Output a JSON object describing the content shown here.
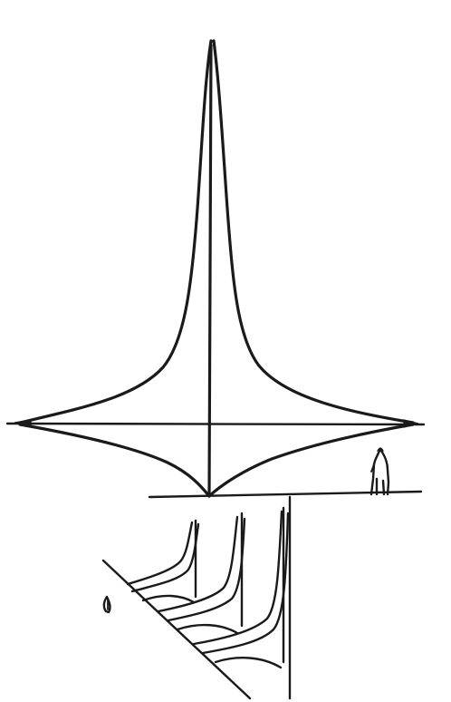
{
  "drawing": {
    "style": "hand-drawn pen sketch",
    "ink_color": "#1a1a1a",
    "background_color": "#ffffff",
    "subjects": [
      "cusped-spire-elevation",
      "human-figure-scale",
      "ribbed-vault-perspective",
      "small-figure-mark"
    ]
  }
}
